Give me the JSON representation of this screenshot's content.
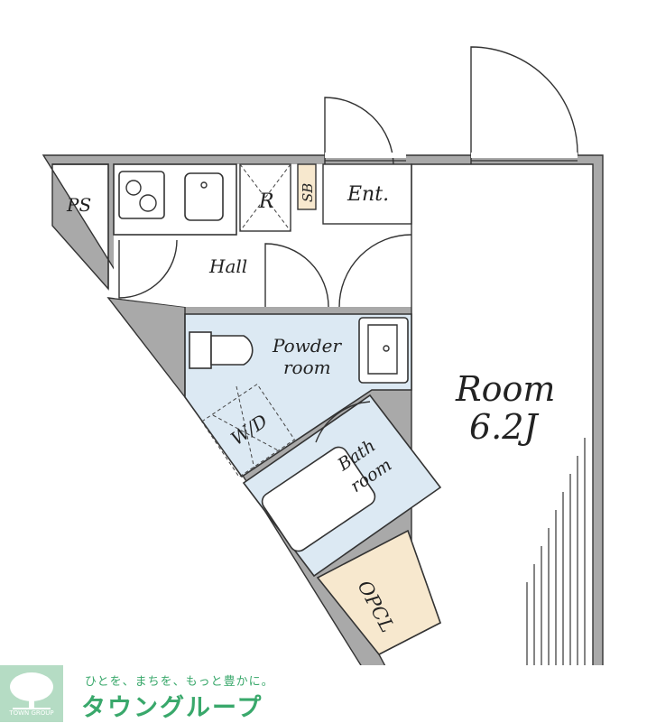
{
  "floor_plan": {
    "rooms": {
      "ps": "PS",
      "refrigerator": "R",
      "shoe_box": "SB",
      "entrance": "Ent.",
      "hall": "Hall",
      "powder_room_line1": "Powder",
      "powder_room_line2": "room",
      "washer": "W/D",
      "bath_line1": "Bath",
      "bath_line2": "room",
      "closet": "OPCL",
      "main_room_line1": "Room",
      "main_room_line2": "6.2J"
    },
    "colors": {
      "wet_area": "#dce9f3",
      "closet": "#f7e8ce",
      "shoe_box": "#f7e8ce",
      "wall": "#a9a9a9",
      "brand": "#39a86b"
    }
  },
  "branding": {
    "tagline": "ひとを、まちを、もっと豊かに。",
    "company_name": "タウングループ",
    "logo_caption": "TOWN GROUP"
  }
}
